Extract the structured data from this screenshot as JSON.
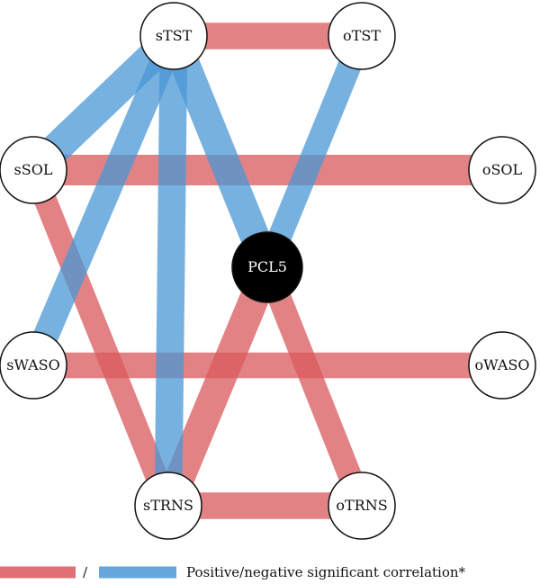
{
  "colors": {
    "positive": "#d9585c",
    "negative": "#4a97d6",
    "node_fill": "#ffffff",
    "node_stroke": "#111111",
    "center_fill": "#000000",
    "center_text": "#ffffff",
    "text": "#111111"
  },
  "nodes": [
    {
      "id": "sTST",
      "label": "sTST",
      "kind": "normal"
    },
    {
      "id": "oTST",
      "label": "oTST",
      "kind": "normal"
    },
    {
      "id": "sSOL",
      "label": "sSOL",
      "kind": "normal"
    },
    {
      "id": "oSOL",
      "label": "oSOL",
      "kind": "normal"
    },
    {
      "id": "PCL5",
      "label": "PCL5",
      "kind": "center"
    },
    {
      "id": "sWASO",
      "label": "sWASO",
      "kind": "normal"
    },
    {
      "id": "oWASO",
      "label": "oWASO",
      "kind": "normal"
    },
    {
      "id": "sTRNS",
      "label": "sTRNS",
      "kind": "normal"
    },
    {
      "id": "oTRNS",
      "label": "oTRNS",
      "kind": "normal"
    }
  ],
  "edges": [
    {
      "source": "sTST",
      "target": "oTST",
      "sign": "positive",
      "strength": 0.8
    },
    {
      "source": "sSOL",
      "target": "oSOL",
      "sign": "positive",
      "strength": 1.0
    },
    {
      "source": "sWASO",
      "target": "oWASO",
      "sign": "positive",
      "strength": 0.75
    },
    {
      "source": "sTRNS",
      "target": "oTRNS",
      "sign": "positive",
      "strength": 0.8
    },
    {
      "source": "sSOL",
      "target": "sTRNS",
      "sign": "positive",
      "strength": 0.6
    },
    {
      "source": "PCL5",
      "target": "sTRNS",
      "sign": "positive",
      "strength": 0.95
    },
    {
      "source": "PCL5",
      "target": "oTRNS",
      "sign": "positive",
      "strength": 0.65
    },
    {
      "source": "sTST",
      "target": "sSOL",
      "sign": "negative",
      "strength": 1.0
    },
    {
      "source": "sTST",
      "target": "sWASO",
      "sign": "negative",
      "strength": 0.75
    },
    {
      "source": "sTST",
      "target": "sTRNS",
      "sign": "negative",
      "strength": 0.85
    },
    {
      "source": "sTST",
      "target": "PCL5",
      "sign": "negative",
      "strength": 0.95
    },
    {
      "source": "oTST",
      "target": "PCL5",
      "sign": "negative",
      "strength": 0.65
    }
  ],
  "legend": {
    "separator": "/",
    "text": "Positive/negative significant correlation*"
  }
}
